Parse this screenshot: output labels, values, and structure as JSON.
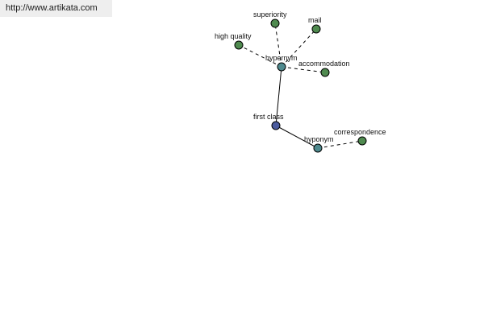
{
  "watermark": {
    "url": "http://www.artikata.com"
  },
  "colors": {
    "root_node": "#4b5b9e",
    "relation_node": "#4f8a8e",
    "leaf_node": "#4f8a4f",
    "edge": "#000000"
  },
  "graph": {
    "nodes": [
      {
        "id": "first-class",
        "label": "first class",
        "kind": "root"
      },
      {
        "id": "hypernym",
        "label": "hypernym",
        "kind": "relation"
      },
      {
        "id": "hyponym",
        "label": "hyponym",
        "kind": "relation"
      },
      {
        "id": "superiority",
        "label": "superiority",
        "kind": "leaf"
      },
      {
        "id": "mail",
        "label": "mail",
        "kind": "leaf"
      },
      {
        "id": "high-quality",
        "label": "high quality",
        "kind": "leaf"
      },
      {
        "id": "accommodation",
        "label": "accommodation",
        "kind": "leaf"
      },
      {
        "id": "correspondence",
        "label": "correspondence",
        "kind": "leaf"
      }
    ],
    "edges": [
      {
        "from": "first-class",
        "to": "hypernym",
        "style": "solid"
      },
      {
        "from": "first-class",
        "to": "hyponym",
        "style": "solid"
      },
      {
        "from": "hypernym",
        "to": "superiority",
        "style": "dashed"
      },
      {
        "from": "hypernym",
        "to": "mail",
        "style": "dashed"
      },
      {
        "from": "hypernym",
        "to": "high-quality",
        "style": "dashed"
      },
      {
        "from": "hypernym",
        "to": "accommodation",
        "style": "dashed"
      },
      {
        "from": "hyponym",
        "to": "correspondence",
        "style": "dashed"
      }
    ]
  }
}
